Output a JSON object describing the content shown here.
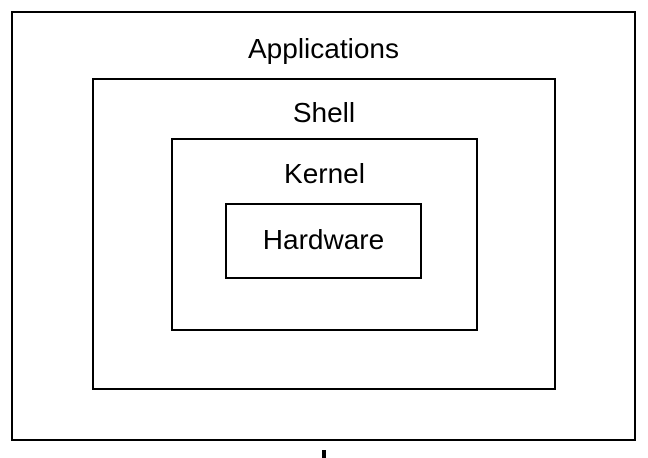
{
  "layers": {
    "applications": "Applications",
    "shell": "Shell",
    "kernel": "Kernel",
    "hardware": "Hardware"
  },
  "colors": {
    "stroke": "#000000",
    "background": "#ffffff",
    "text": "#000000"
  }
}
